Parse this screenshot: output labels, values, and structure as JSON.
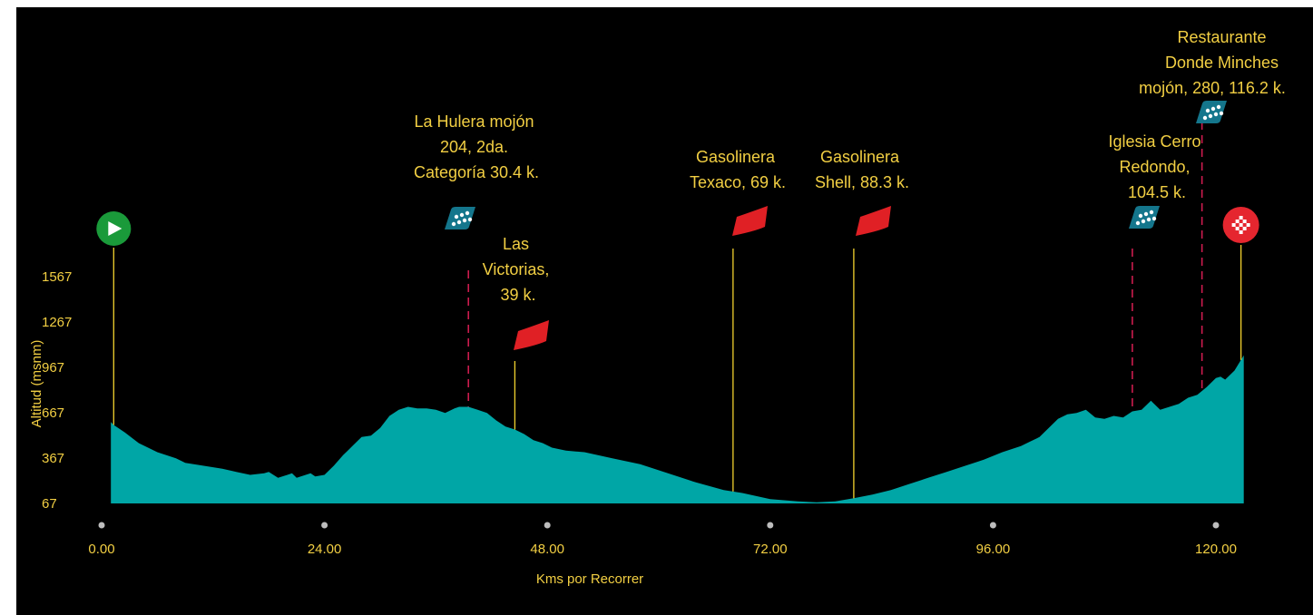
{
  "colors": {
    "background": "#000000",
    "profile_fill": "#00a6a6",
    "label_text": "#f2cf43",
    "poi_line": "#f2d22e",
    "kom_line": "#cc1c4e",
    "start_marker": "#1a9a3a",
    "finish_marker": "#e5262f",
    "flag_red": "#e02025",
    "kom_badge": "#14768c"
  },
  "chart_data": {
    "type": "area",
    "title": "",
    "xlabel": "Kms por Recorrer",
    "ylabel": "Altitud (msnm)",
    "xlim": [
      0,
      123
    ],
    "ylim": [
      67,
      1567
    ],
    "x_ticks": [
      0,
      24,
      48,
      72,
      96,
      120
    ],
    "x_tick_labels": [
      "0.00",
      "24.00",
      "48.00",
      "72.00",
      "96.00",
      "120.00"
    ],
    "y_ticks": [
      67,
      367,
      667,
      967,
      1267,
      1567
    ],
    "y_tick_labels": [
      "67",
      "367",
      "667",
      "967",
      "1267",
      "1567"
    ],
    "grid": false,
    "series": [
      {
        "x": [
          1.0,
          1.3,
          2.5,
          4,
          6,
          8,
          9,
          11,
          13,
          14.5,
          16,
          17.5,
          18,
          19,
          20,
          20.5,
          21,
          22.5,
          23,
          24,
          25,
          26,
          27,
          28,
          29,
          30,
          31,
          32,
          33,
          34,
          35,
          36,
          37,
          38,
          38.5,
          39.5,
          40.5,
          41.5,
          42.5,
          43.5,
          44.5,
          45.5,
          46.5,
          47.5,
          48.5,
          50,
          52,
          55,
          58,
          61,
          64,
          67,
          69,
          72,
          75,
          77,
          79,
          81,
          83,
          85,
          87,
          89,
          91,
          93,
          95,
          97,
          99,
          100,
          101,
          102,
          103,
          104,
          105,
          106,
          107,
          108,
          109,
          110,
          111,
          112,
          113,
          114,
          115,
          116,
          117,
          118,
          119,
          120,
          120.5,
          121,
          122,
          123
        ],
        "y": [
          600,
          580,
          530,
          460,
          400,
          360,
          330,
          310,
          290,
          270,
          250,
          260,
          270,
          230,
          250,
          260,
          230,
          260,
          240,
          250,
          310,
          380,
          440,
          500,
          510,
          560,
          640,
          680,
          700,
          690,
          690,
          680,
          660,
          690,
          700,
          700,
          680,
          660,
          610,
          570,
          550,
          520,
          480,
          460,
          430,
          410,
          400,
          360,
          320,
          260,
          200,
          150,
          130,
          90,
          75,
          68,
          75,
          95,
          120,
          150,
          190,
          230,
          270,
          310,
          350,
          400,
          440,
          470,
          500,
          560,
          620,
          650,
          660,
          680,
          630,
          620,
          640,
          630,
          670,
          680,
          740,
          680,
          700,
          720,
          760,
          780,
          830,
          890,
          900,
          880,
          940,
          1040
        ]
      }
    ],
    "poi": [
      {
        "km": 1.3,
        "kind": "start",
        "label": ""
      },
      {
        "km": 39.5,
        "kind": "kom",
        "label": "La Hulera mojón 204, 2da. Categoría 30.4 k."
      },
      {
        "km": 44.5,
        "kind": "sprint",
        "label": "Las Victorias, 39 k."
      },
      {
        "km": 68,
        "kind": "sprint",
        "label": "Gasolinera Texaco, 69 k."
      },
      {
        "km": 81,
        "kind": "sprint",
        "label": "Gasolinera Shell, 88.3 k."
      },
      {
        "km": 111,
        "kind": "kom",
        "label": "Iglesia Cerro Redondo, 104.5 k."
      },
      {
        "km": 118.5,
        "kind": "kom",
        "label": "Restaurante Donde Minches mojón, 280, 116.2 k."
      },
      {
        "km": 122.7,
        "kind": "finish",
        "label": ""
      }
    ]
  },
  "labels": {
    "y_axis": "Altitud (msnm)",
    "x_axis": "Kms por Recorrer",
    "poi_hulera": [
      "La Hulera mojón",
      "204, 2da.",
      "Categoría 30.4 k."
    ],
    "poi_victorias": [
      "Las",
      "Victorias,",
      "39 k."
    ],
    "poi_texaco": [
      "Gasolinera",
      "Texaco, 69 k."
    ],
    "poi_shell": [
      "Gasolinera",
      "Shell, 88.3 k."
    ],
    "poi_cerro": [
      "Iglesia Cerro",
      "Redondo,",
      "104.5 k."
    ],
    "poi_minches": [
      "Restaurante",
      "Donde Minches",
      "mojón, 280, 116.2 k."
    ]
  },
  "icons": {
    "start": "play-icon",
    "finish": "checkered-flag-icon",
    "kom": "mountain-dots-icon",
    "sprint": "red-flag-icon"
  }
}
